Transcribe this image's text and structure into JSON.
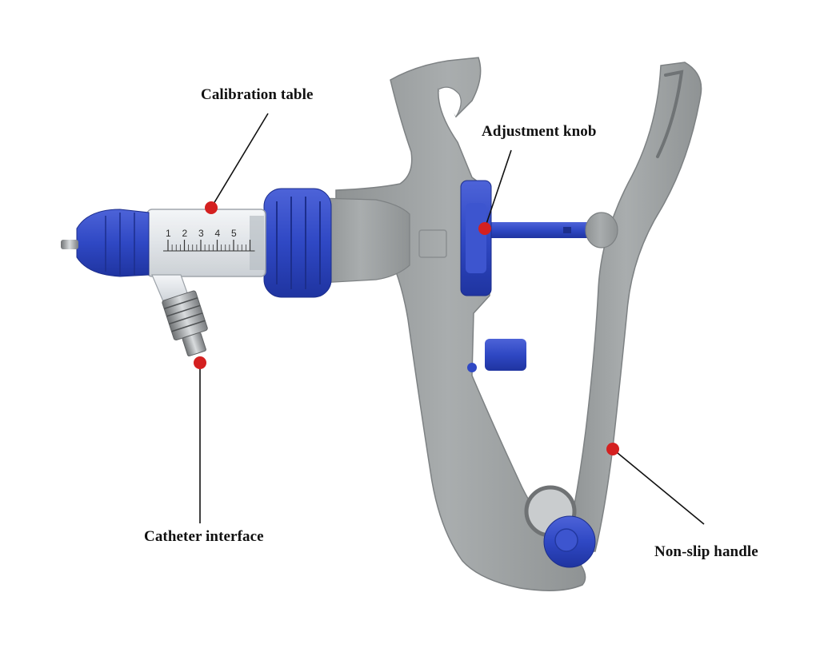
{
  "callouts": {
    "calibration_table": "Calibration table",
    "adjustment_knob": "Adjustment knob",
    "catheter_interface": "Catheter interface",
    "non_slip_handle": "Non-slip handle"
  },
  "scale_marks": [
    "1",
    "2",
    "3",
    "4",
    "5"
  ],
  "colors": {
    "body_gray": "#9ea2a3",
    "accent_blue": "#2f48c4",
    "marker_red": "#d42020",
    "leader_line": "#111111"
  }
}
